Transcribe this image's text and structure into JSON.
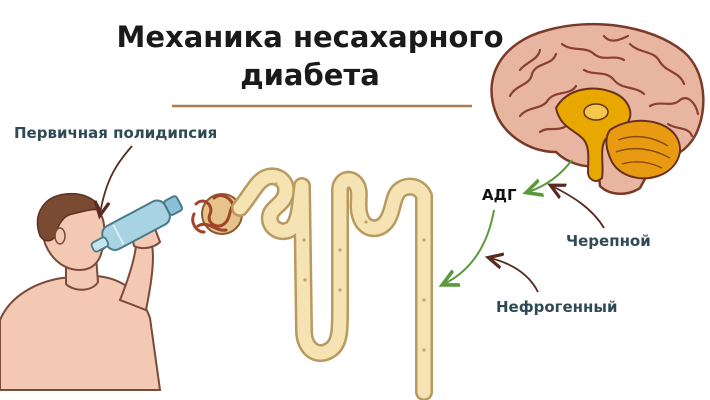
{
  "title": {
    "line1": "Механика несахарного",
    "line2": "диабета"
  },
  "labels": {
    "primary_polydipsia": "Первичная полидипсия",
    "adh": "АДГ",
    "cranial": "Черепной",
    "nephrogenic": "Нефрогенный"
  },
  "colors": {
    "title_underline": "#b07a4e",
    "brain_outer": "#d9a088",
    "brain_inner": "#e8a800",
    "cerebellum": "#e89a10",
    "nephron_fill": "#f5e3b4",
    "nephron_stroke": "#b89a5e",
    "glomerulus": "#a0442a",
    "skin": "#f3c9b3",
    "hair": "#7a4a32",
    "bottle": "#a7d3e3",
    "arrow_green": "#5b9a3c",
    "arrow_dark": "#5a2a20",
    "label_teal": "#2f4a55"
  },
  "icons": {
    "person": "person-drinking-icon",
    "brain": "brain-icon",
    "nephron": "nephron-icon"
  }
}
